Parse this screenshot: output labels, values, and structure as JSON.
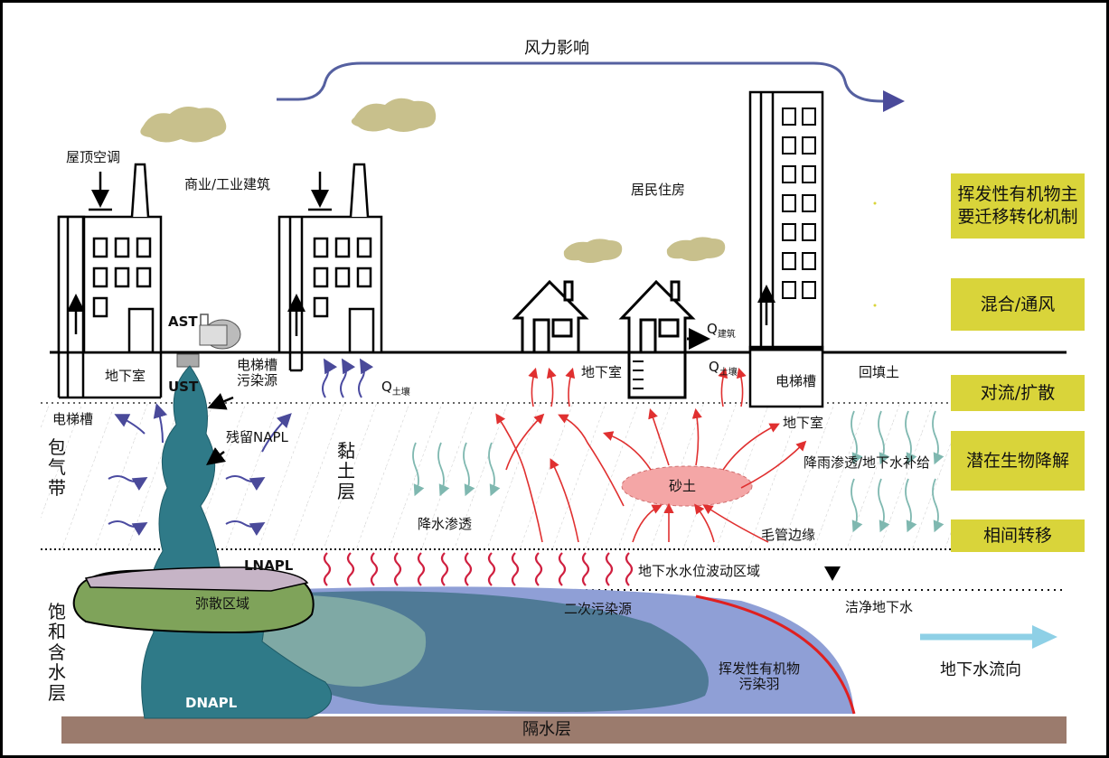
{
  "labels": {
    "wind": "风力影响",
    "rooftop_ac": "屋顶空调",
    "commercial_buildings": "商业/工业建筑",
    "residential": "居民住房",
    "ast": "AST",
    "ust": "UST",
    "basement": "地下室",
    "basement2": "地下室",
    "basement3": "地下室",
    "elevator_pollution_source": "电梯槽\n污染源",
    "elevator_shaft_left": "电梯槽",
    "elevator_shaft_right": "电梯槽",
    "q_soil_left_main": "Q",
    "q_soil_left_sub": "土壤",
    "q_soil_right_main": "Q",
    "q_soil_right_sub": "土壤",
    "q_building_main": "Q",
    "q_building_sub": "建筑",
    "backfill": "回填土",
    "residual_napl": "残留NAPL",
    "clay_layer": "黏\n土\n层",
    "precip_infiltration": "降水渗透",
    "sand": "砂土",
    "rain_recharge": "降雨渗透/地下水补给",
    "capillary_fringe": "毛管边缘",
    "vadose_zone": "包\n气\n带",
    "saturated_aquifer": "饱\n和\n含\n水\n层",
    "lnapl": "LNAPL",
    "fluctuation_zone": "地下水水位波动区域",
    "smear_zone": "弥散区域",
    "secondary_source": "二次污染源",
    "clean_groundwater": "洁净地下水",
    "voc_plume": "挥发性有机物\n污染羽",
    "gw_flow": "地下水流向",
    "dnapl": "DNAPL",
    "aquitard": "隔水层"
  },
  "mechanisms": {
    "title": "挥发性有机物主\n要迁移转化机制",
    "items": [
      "混合/通风",
      "对流/扩散",
      "潜在生物降解",
      "相间转移"
    ]
  },
  "colors": {
    "mechanism_box": "#d9d43a",
    "plume_outer": "#8f9fd6",
    "plume_inner": "#4f7a96",
    "smear": "#7fa35a",
    "dnapl": "#2f7a88",
    "aquitard": "#9b7b6d",
    "sand": "#f4a6a6",
    "flow_arrow": "#8ed0e6",
    "smoke": "#c8c08c"
  }
}
